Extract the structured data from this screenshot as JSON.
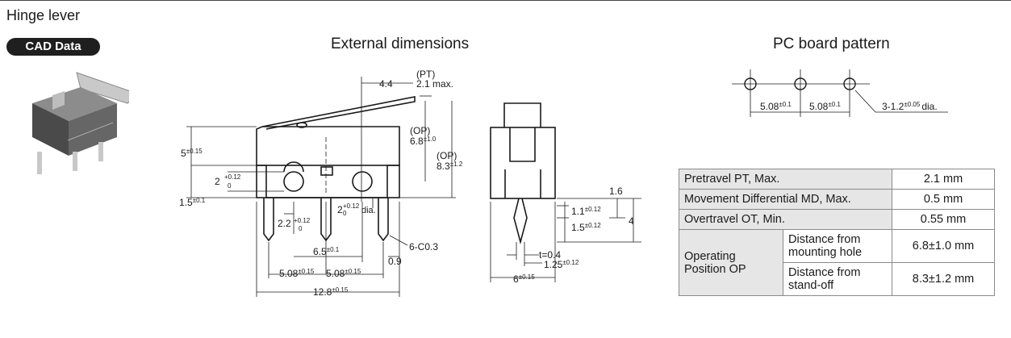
{
  "title": "Hinge lever",
  "cad_button": "CAD Data",
  "headings": {
    "external": "External dimensions",
    "pcb": "PC board pattern"
  },
  "dims": {
    "pt_label": "(PT)",
    "pt_val": "2.1 max.",
    "d44": "4.4",
    "op1_label": "(OP)",
    "op1_val": "6.8",
    "op1_tol": "±1.0",
    "op2_label": "(OP)",
    "op2_val": "8.3",
    "op2_tol": "±1.2",
    "d5": "5",
    "d5_tol": "±0.15",
    "d2": "2",
    "tol_p012": "+0.12",
    "tol_0": "0",
    "d15": "1.5",
    "d15_tol": "±0.1",
    "d2dia": "2",
    "dia": "dia.",
    "d22": "2.2",
    "d65": "6.5",
    "d65_tol": "±0.1",
    "c03": "6-C0.3",
    "d09": "0.9",
    "d508a": "5.08",
    "d508b": "5.08",
    "tol015": "±0.15",
    "d128": "12.8",
    "d128_tol": "±0.15",
    "d16": "1.6",
    "d11": "1.1",
    "d11_tol": "±0.12",
    "d15b": "1.5",
    "d15b_tol": "±0.12",
    "d4": "4",
    "t04": "t=0.4",
    "d125": "1.25",
    "d125_tol": "±0.12",
    "d6": "6",
    "d6_tol": "±0.15",
    "pcb_508a": "5.08",
    "pcb_508b": "5.08",
    "pcb_tol": "±0.1",
    "pcb_hole": "3-1.2",
    "pcb_hole_tol": "±0.05",
    "pcb_dia": "dia."
  },
  "spec_table": {
    "rows": [
      {
        "label": "Pretravel PT, Max.",
        "value": "2.1 mm"
      },
      {
        "label": "Movement Differential MD, Max.",
        "value": "0.5 mm"
      },
      {
        "label": "Overtravel OT, Min.",
        "value": "0.55 mm"
      }
    ],
    "op_group": "Operating Position OP",
    "op_group_l1": "Operating",
    "op_group_l2": "Position OP",
    "op_rows": [
      {
        "l1": "Distance from",
        "l2": "mounting hole",
        "value": "6.8±1.0 mm"
      },
      {
        "l1": "Distance from",
        "l2": "stand-off",
        "value": "8.3±1.2 mm"
      }
    ]
  }
}
